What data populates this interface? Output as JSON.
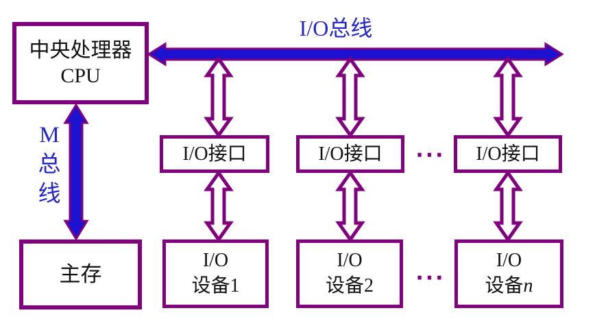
{
  "diagram": {
    "title_context": "CPU-memory-I/O bus architecture diagram",
    "cpu": {
      "line1": "中央处理器",
      "line2": "CPU"
    },
    "memory": {
      "label": "主存"
    },
    "io_bus": {
      "label": "I/O总线"
    },
    "m_bus": {
      "chars": [
        "M",
        "总",
        "线"
      ]
    },
    "interfaces": [
      {
        "label": "I/O接口"
      },
      {
        "label": "I/O接口"
      },
      {
        "label": "I/O接口"
      }
    ],
    "devices": [
      {
        "line1": "I/O",
        "line2_prefix": "设备",
        "suffix": "1"
      },
      {
        "line1": "I/O",
        "line2_prefix": "设备",
        "suffix": "2"
      },
      {
        "line1": "I/O",
        "line2_prefix": "设备",
        "suffix": "n"
      }
    ],
    "ellipsis_interfaces": "···",
    "ellipsis_devices": "···",
    "colors": {
      "box_border": "#80007e",
      "arrow_blue": "#1c12d0",
      "label_blue": "#2525c8",
      "text_black": "#111111",
      "bg": "#ffffff"
    }
  }
}
